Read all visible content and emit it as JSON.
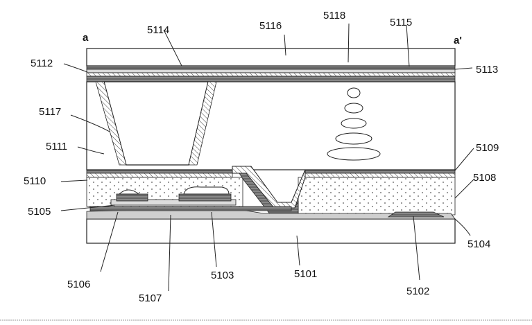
{
  "figure": {
    "section_marks": {
      "left": "a",
      "right": "a'"
    },
    "labels": {
      "l5101": "5101",
      "l5102": "5102",
      "l5103": "5103",
      "l5104": "5104",
      "l5105": "5105",
      "l5106": "5106",
      "l5107": "5107",
      "l5108": "5108",
      "l5109": "5109",
      "l5110": "5110",
      "l5111": "5111",
      "l5112": "5112",
      "l5113": "5113",
      "l5114": "5114",
      "l5115": "5115",
      "l5116": "5116",
      "l5117": "5117",
      "l5118": "5118"
    }
  }
}
